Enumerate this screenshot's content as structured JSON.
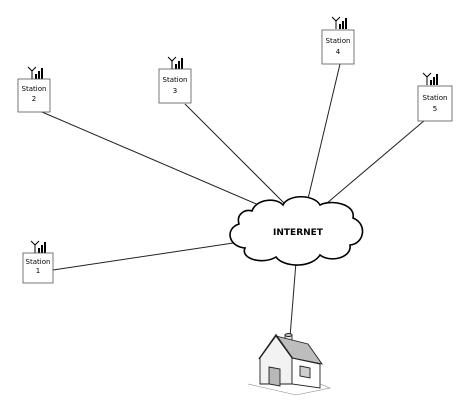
{
  "cloud": {
    "label": "INTERNET"
  },
  "stations": [
    {
      "id": "station-1",
      "line1": "Station",
      "line2": "1"
    },
    {
      "id": "station-2",
      "line1": "Station",
      "line2": "2"
    },
    {
      "id": "station-3",
      "line1": "Station",
      "line2": "3"
    },
    {
      "id": "station-4",
      "line1": "Station",
      "line2": "4"
    },
    {
      "id": "station-5",
      "line1": "Station",
      "line2": "5"
    }
  ]
}
